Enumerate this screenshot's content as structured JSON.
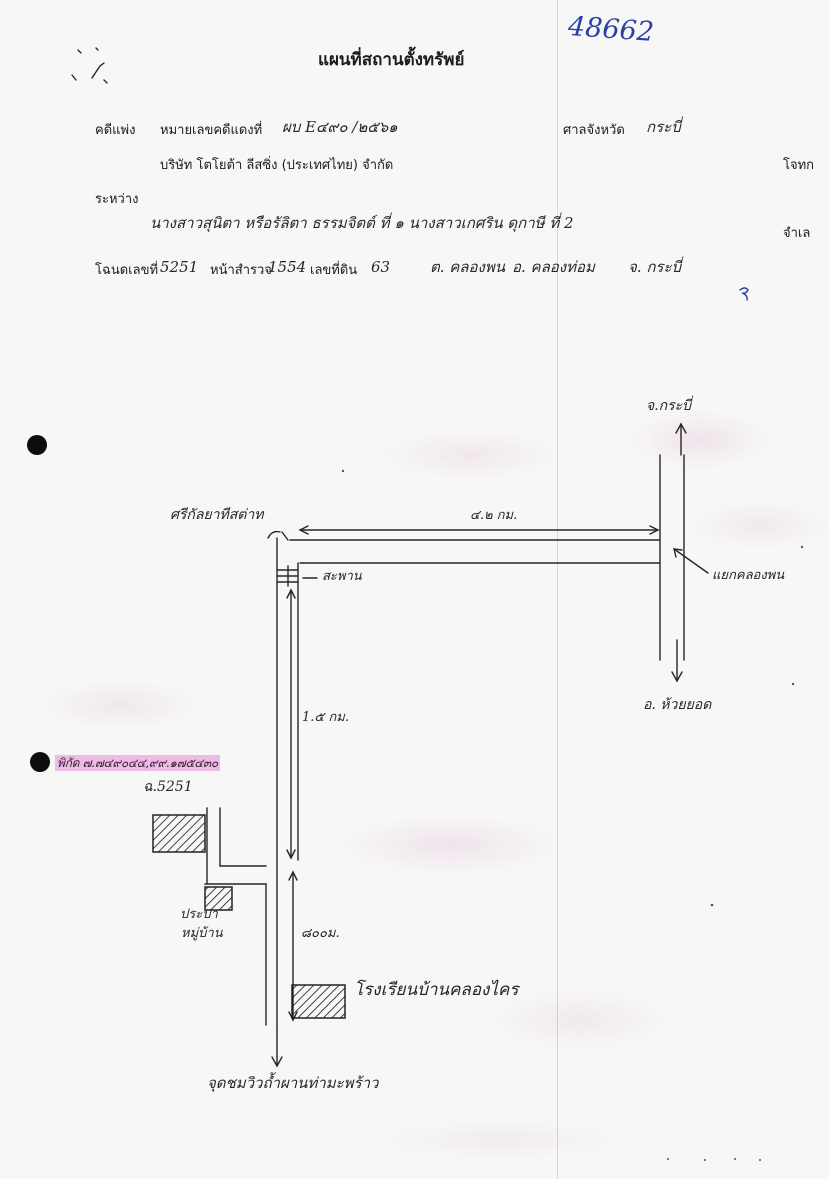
{
  "header": {
    "stamp_number": "48662",
    "title": "แผนที่สถานตั้งทรัพย์"
  },
  "case": {
    "type_label": "คดีแพ่ง",
    "number_label": "หมายเลขคดีแดงที่",
    "number_value": "ผบ E๔๙๐ /๒๕๖๑",
    "court_label": "ศาลจังหวัด",
    "court_value": "กระบี่"
  },
  "parties": {
    "plaintiff_name": "บริษัท โตโยต้า ลีสซิ่ง (ประเทศไทย) จำกัด",
    "plaintiff_role": "โจทก",
    "between_label": "ระหว่าง",
    "defendants": "นางสาวสุนิตา หรือรัลิตา ธรรมจิตต์ ที่ ๑ นางสาวเกศริน ดุกาษี ที่ 2",
    "defendant_role": "จำเล"
  },
  "deed": {
    "number_label": "โฉนดเลขที่",
    "number_value": "5251",
    "survey_label": "หน้าสำรวจ",
    "survey_value": "1554",
    "parcel_label": "เลขที่ดิน",
    "parcel_value": "63",
    "subdistrict": "ต. คลองพน",
    "district": "อ. คลองท่อม",
    "province": "จ. กระบี่"
  },
  "map": {
    "north_destination": "จ.กระบี่",
    "south_destination": "อ. ห้วยยอด",
    "junction_name": "ศรีกัลยาทีสต่าท",
    "distance_main": "๔.๒ กม.",
    "junction_right": "แยกคลองพน",
    "bridge": "สะพาน",
    "distance_side": "1.๕ กม.",
    "coordinates": "พิกัด ๗.๗๔๙๐๔๔,๙๙.๑๗๕๔๓๐",
    "plot_label": "ฉ.5251",
    "water_supply": [
      "ประปา",
      "หมู่บ้าน"
    ],
    "distance_school": "๘๐๐ม.",
    "school": "โรงเรียนบ้านคลองไคร",
    "bottom_destination": "จุดชมวิวถ้ำผานท่ามะพร้าว"
  },
  "colors": {
    "ink": "#1c1c1c",
    "stamp_ink": "#2a3fa8",
    "highlight": "#e58ad6",
    "paper": "#f7f7f5"
  }
}
